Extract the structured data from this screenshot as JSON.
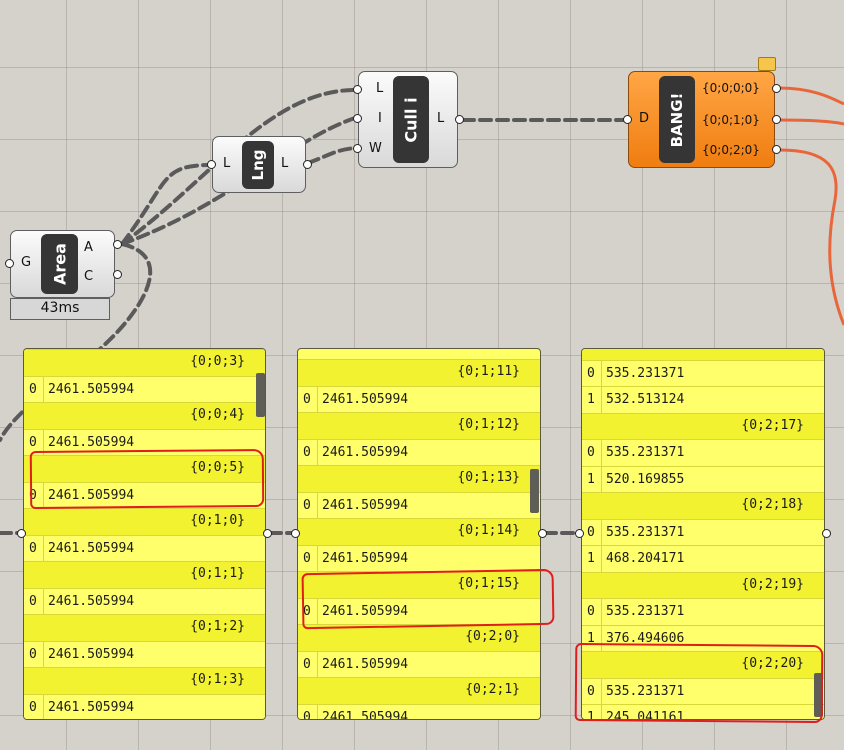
{
  "components": {
    "area": {
      "nickname": "Area",
      "inputs": [
        "G"
      ],
      "outputs": [
        "A",
        "C"
      ],
      "timing": "43ms"
    },
    "length": {
      "nickname": "Lng",
      "inputs": [
        "L"
      ],
      "outputs": [
        "L"
      ]
    },
    "cull": {
      "nickname": "Cull i",
      "inputs": [
        "L",
        "I",
        "W"
      ],
      "outputs": [
        "L"
      ]
    },
    "bang": {
      "nickname": "BANG!",
      "inputs": [
        "D"
      ],
      "outputs": [
        "{0;0;0;0}",
        "{0;0;1;0}",
        "{0;0;2;0}"
      ],
      "color": "#f58a1f"
    }
  },
  "panels": {
    "panel1": [
      {
        "path": "{0;0;3}",
        "values": [
          {
            "i": "0",
            "v": "2461.505994"
          }
        ]
      },
      {
        "path": "{0;0;4}",
        "values": [
          {
            "i": "0",
            "v": "2461.505994"
          }
        ]
      },
      {
        "path": "{0;0;5}",
        "values": [
          {
            "i": "0",
            "v": "2461.505994"
          }
        ]
      },
      {
        "path": "{0;1;0}",
        "values": [
          {
            "i": "0",
            "v": "2461.505994"
          }
        ]
      },
      {
        "path": "{0;1;1}",
        "values": [
          {
            "i": "0",
            "v": "2461.505994"
          }
        ]
      },
      {
        "path": "{0;1;2}",
        "values": [
          {
            "i": "0",
            "v": "2461.505994"
          }
        ]
      },
      {
        "path": "{0;1;3}",
        "values": [
          {
            "i": "0",
            "v": "2461.505994"
          }
        ]
      }
    ],
    "panel2": [
      {
        "path": "{0;1;11}",
        "values": [
          {
            "i": "0",
            "v": "2461.505994"
          }
        ]
      },
      {
        "path": "{0;1;12}",
        "values": [
          {
            "i": "0",
            "v": "2461.505994"
          }
        ]
      },
      {
        "path": "{0;1;13}",
        "values": [
          {
            "i": "0",
            "v": "2461.505994"
          }
        ]
      },
      {
        "path": "{0;1;14}",
        "values": [
          {
            "i": "0",
            "v": "2461.505994"
          }
        ]
      },
      {
        "path": "{0;1;15}",
        "values": [
          {
            "i": "0",
            "v": "2461.505994"
          }
        ]
      },
      {
        "path": "{0;2;0}",
        "values": [
          {
            "i": "0",
            "v": "2461.505994"
          }
        ]
      },
      {
        "path": "{0;2;1}",
        "values": [
          {
            "i": "0",
            "v": "2461.505994"
          }
        ]
      }
    ],
    "panel3": [
      {
        "path": "",
        "values": [
          {
            "i": "0",
            "v": "535.231371"
          },
          {
            "i": "1",
            "v": "532.513124"
          }
        ]
      },
      {
        "path": "{0;2;17}",
        "values": [
          {
            "i": "0",
            "v": "535.231371"
          },
          {
            "i": "1",
            "v": "520.169855"
          }
        ]
      },
      {
        "path": "{0;2;18}",
        "values": [
          {
            "i": "0",
            "v": "535.231371"
          },
          {
            "i": "1",
            "v": "468.204171"
          }
        ]
      },
      {
        "path": "{0;2;19}",
        "values": [
          {
            "i": "0",
            "v": "535.231371"
          },
          {
            "i": "1",
            "v": "376.494606"
          }
        ]
      },
      {
        "path": "{0;2;20}",
        "values": [
          {
            "i": "0",
            "v": "535.231371"
          },
          {
            "i": "1",
            "v": "245.041161"
          }
        ]
      }
    ]
  },
  "colors": {
    "panel": "#ffff66",
    "wire_orange": "#e8663a",
    "annotation_red": "#e01e1e"
  }
}
